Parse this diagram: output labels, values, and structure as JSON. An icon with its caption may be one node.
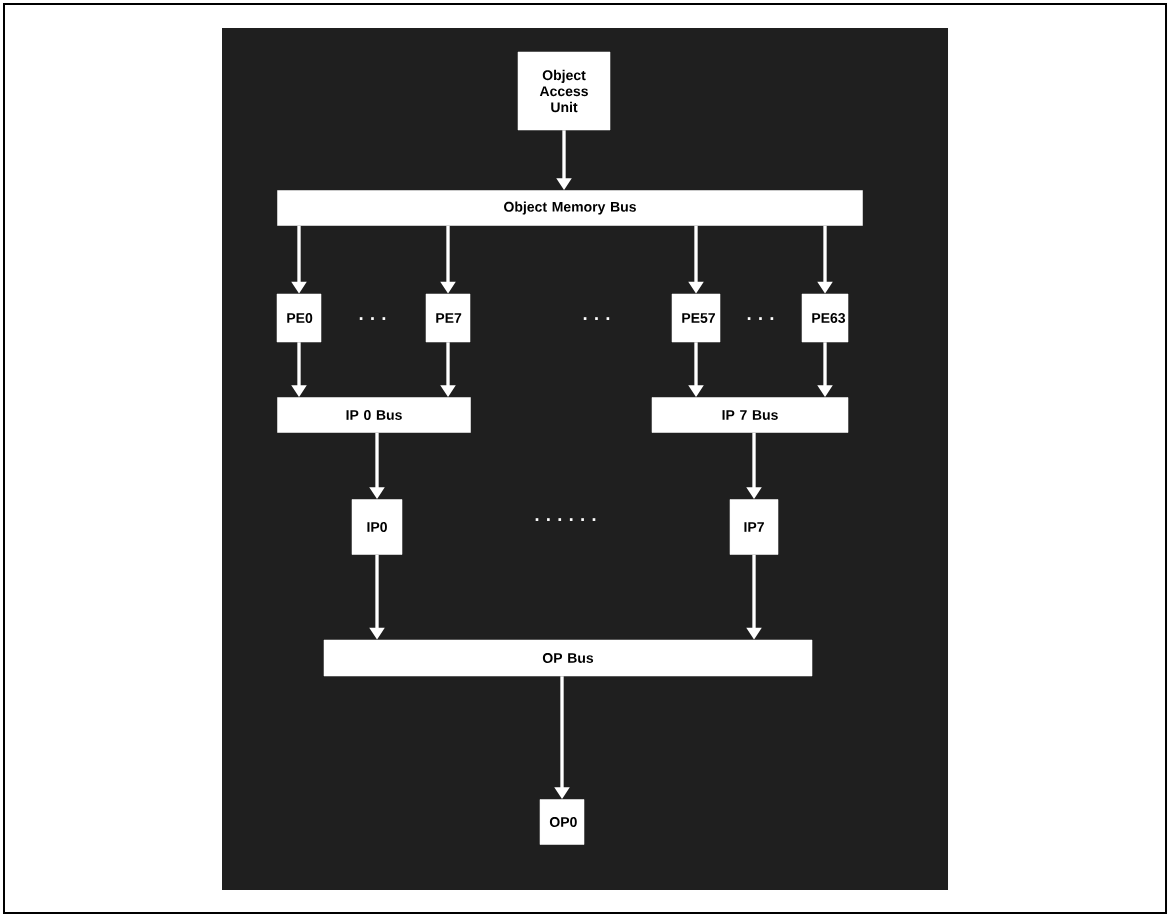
{
  "diagram": {
    "nodes": [
      {
        "text": [
          "Object Access Unit"
        ]
      },
      {
        "text": [
          "Object Memory Bus"
        ]
      },
      {
        "text": [
          "PE0"
        ]
      },
      {
        "text": [
          "PE7"
        ]
      },
      {
        "text": [
          "PE57"
        ]
      },
      {
        "text": [
          "PE63"
        ]
      },
      {
        "text": [
          "IP 0 Bus"
        ]
      },
      {
        "text": [
          "IP 7 Bus"
        ]
      },
      {
        "text": [
          "IP0"
        ]
      },
      {
        "text": [
          "IP7"
        ]
      },
      {
        "text": [
          "OP Bus"
        ]
      },
      {
        "text": [
          "OP0"
        ]
      }
    ],
    "edges": [
      {
        "from": 0,
        "to": 1,
        "arrow": "to"
      },
      {
        "from": 1,
        "to": 2,
        "arrow": "to"
      },
      {
        "from": 1,
        "to": 3,
        "arrow": "to"
      },
      {
        "from": 1,
        "to": 4,
        "arrow": "to"
      },
      {
        "from": 1,
        "to": 5,
        "arrow": "to"
      },
      {
        "from": 2,
        "to": 6,
        "arrow": "to"
      },
      {
        "from": 3,
        "to": 6,
        "arrow": "to"
      },
      {
        "from": 4,
        "to": 7,
        "arrow": "to"
      },
      {
        "from": 5,
        "to": 7,
        "arrow": "to"
      },
      {
        "from": 6,
        "to": 8,
        "arrow": "to"
      },
      {
        "from": 7,
        "to": 9,
        "arrow": "to"
      },
      {
        "from": 8,
        "to": 10,
        "arrow": "to"
      },
      {
        "from": 9,
        "to": 10,
        "arrow": "to"
      },
      {
        "from": 10,
        "to": 11,
        "arrow": "to"
      }
    ],
    "labels": [
      "· · ·",
      "· · ·",
      "· · ·",
      "· · · · · ·"
    ]
  }
}
